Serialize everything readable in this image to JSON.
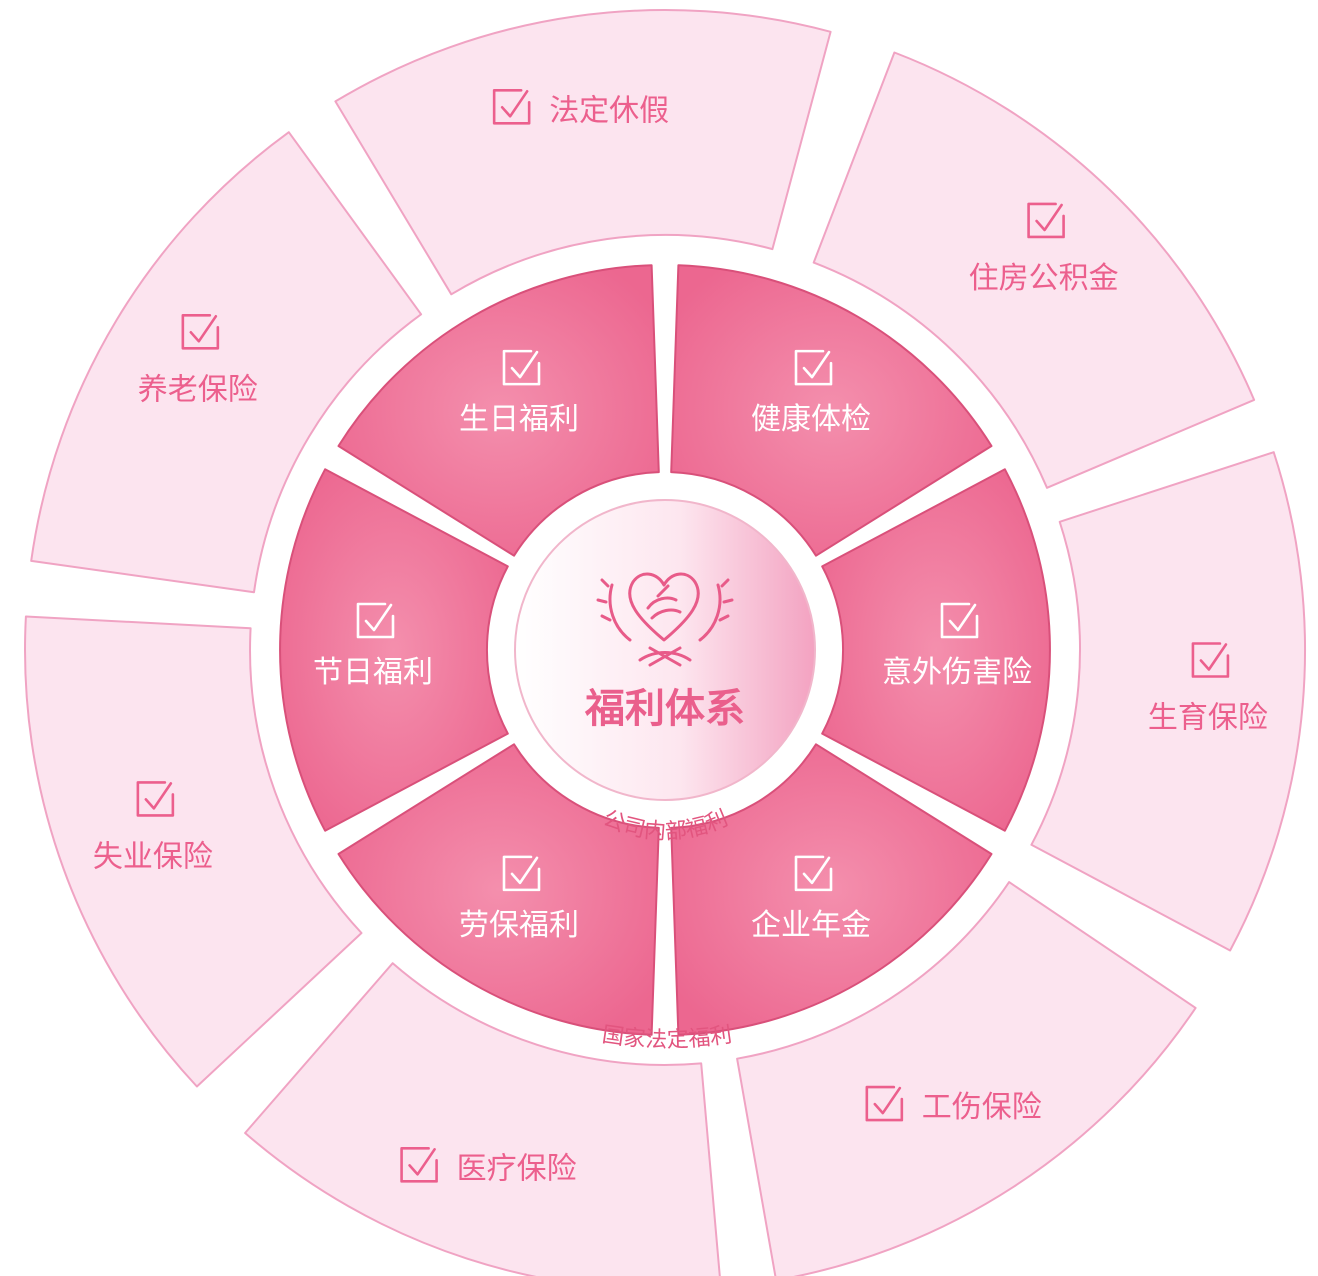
{
  "center": {
    "title": "福利体系",
    "icon": "heart-hand-laurel-icon"
  },
  "ring_labels": {
    "inner": "公司内部福利",
    "outer": "国家法定福利"
  },
  "inner_items": [
    {
      "label": "健康体检",
      "icon": "checkbox-checked-icon"
    },
    {
      "label": "意外伤害险",
      "icon": "checkbox-checked-icon"
    },
    {
      "label": "企业年金",
      "icon": "checkbox-checked-icon"
    },
    {
      "label": "劳保福利",
      "icon": "checkbox-checked-icon"
    },
    {
      "label": "节日福利",
      "icon": "checkbox-checked-icon"
    },
    {
      "label": "生日福利",
      "icon": "checkbox-checked-icon"
    }
  ],
  "outer_items": [
    {
      "label": "法定休假",
      "icon": "checkbox-checked-icon"
    },
    {
      "label": "住房公积金",
      "icon": "checkbox-checked-icon"
    },
    {
      "label": "生育保险",
      "icon": "checkbox-checked-icon"
    },
    {
      "label": "工伤保险",
      "icon": "checkbox-checked-icon"
    },
    {
      "label": "医疗保险",
      "icon": "checkbox-checked-icon"
    },
    {
      "label": "失业保险",
      "icon": "checkbox-checked-icon"
    },
    {
      "label": "养老保险",
      "icon": "checkbox-checked-icon"
    }
  ],
  "colors": {
    "outer_fill": "#fce4ef",
    "outer_stroke": "#f0a3c3",
    "outer_text": "#ec5f8d",
    "inner_fill": "#ee6b91",
    "inner_stroke": "#d9507a",
    "inner_text": "#ffffff",
    "center_text": "#ea5f8c",
    "ring_label_text": "#e2557f"
  }
}
